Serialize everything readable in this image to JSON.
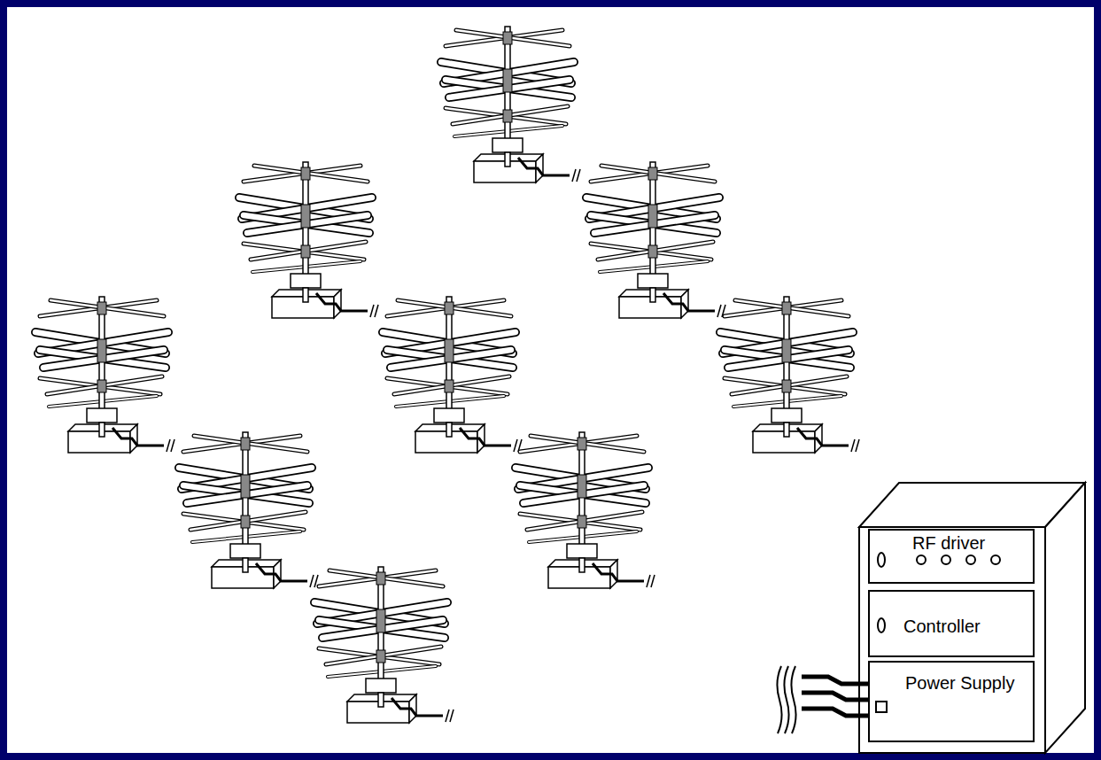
{
  "diagram": {
    "nodes": [
      {
        "text": [
          "RF driver"
        ]
      },
      {
        "text": [
          "Controller"
        ]
      },
      {
        "text": [
          "Power Supply"
        ]
      }
    ]
  }
}
